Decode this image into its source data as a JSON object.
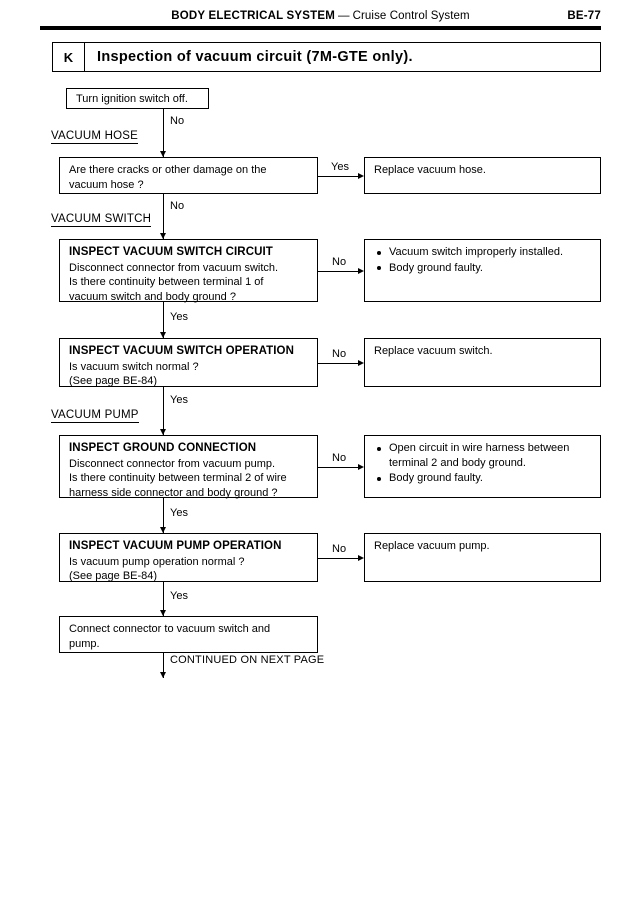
{
  "header": {
    "system": "BODY ELECTRICAL SYSTEM",
    "dash": "—",
    "subject": "Cruise Control System",
    "page": "BE-77"
  },
  "section": {
    "letter": "K",
    "title": "Inspection of vacuum circuit (7M-GTE only)."
  },
  "section_labels": {
    "hose": "VACUUM HOSE",
    "switch": "VACUUM SWITCH",
    "pump": "VACUUM PUMP"
  },
  "branch_labels": {
    "no": "No",
    "yes": "Yes"
  },
  "steps": {
    "start": {
      "text": "Turn ignition switch off."
    },
    "hose_check": {
      "line1": "Are there cracks or other damage on the",
      "line2": "vacuum hose ?"
    },
    "hose_result": {
      "text": "Replace vacuum hose."
    },
    "switch_circuit": {
      "title": "INSPECT VACUUM SWITCH CIRCUIT",
      "line1": "Disconnect connector from vacuum switch.",
      "line2": "Is there continuity between terminal 1 of",
      "line3": "vacuum switch and body ground ?"
    },
    "switch_circuit_result": {
      "bullets": [
        "Vacuum switch improperly installed.",
        "Body ground faulty."
      ]
    },
    "switch_operation": {
      "title": "INSPECT VACUUM SWITCH OPERATION",
      "line1": "Is vacuum switch normal ?",
      "line2": "(See page BE-84)"
    },
    "switch_operation_result": {
      "text": "Replace vacuum switch."
    },
    "ground_connection": {
      "title": "INSPECT GROUND CONNECTION",
      "line1": "Disconnect connector from vacuum pump.",
      "line2": "Is there continuity between terminal 2 of wire",
      "line3": "harness side connector and body ground ?"
    },
    "ground_connection_result": {
      "bullets": [
        "Open circuit in wire harness between",
        "Body ground faulty."
      ],
      "bullet1_cont": "terminal 2 and body ground."
    },
    "pump_operation": {
      "title": "INSPECT VACUUM PUMP OPERATION",
      "line1": "Is vacuum pump operation normal ?",
      "line2": "(See page BE-84)"
    },
    "pump_operation_result": {
      "text": "Replace vacuum pump."
    },
    "reconnect": {
      "line1": "Connect connector to vacuum switch and",
      "line2": "pump."
    }
  },
  "footer": {
    "continued": "CONTINUED ON NEXT PAGE"
  }
}
